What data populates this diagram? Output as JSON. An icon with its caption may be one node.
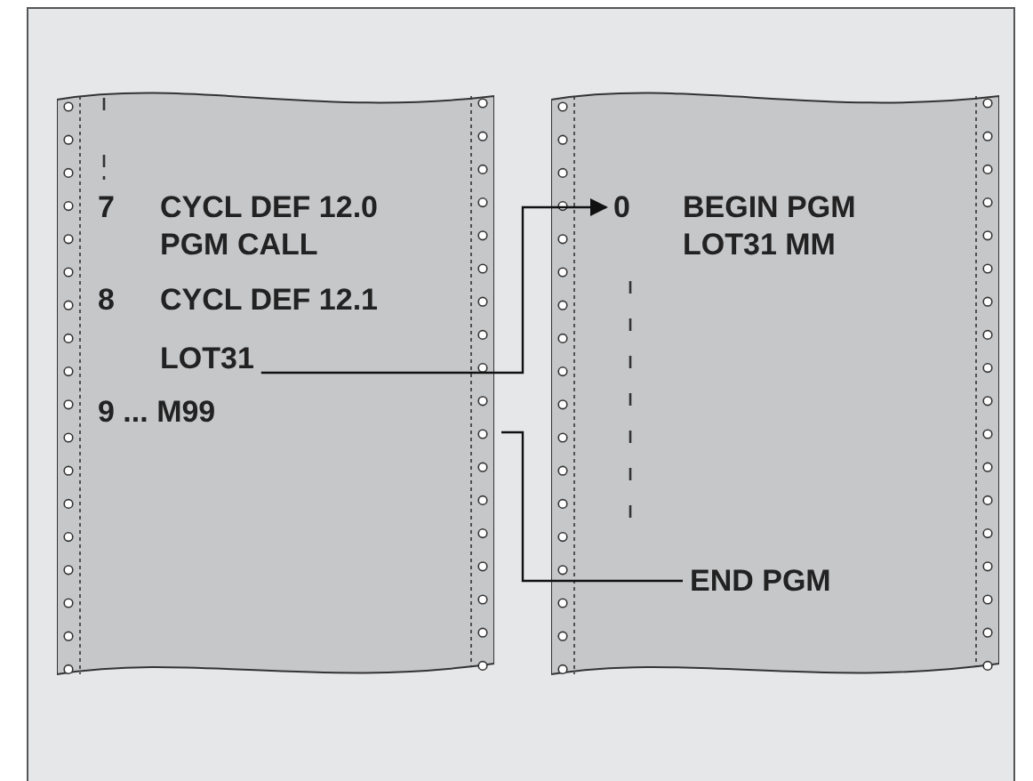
{
  "diagram": {
    "nodes": [
      {
        "text": [],
        "shape": "box"
      },
      {
        "text": [
          "7"
        ],
        "in": 0
      },
      {
        "text": [
          "CYCL DEF 12.0 PGM CALL"
        ],
        "in": 0
      },
      {
        "text": [
          "8"
        ],
        "in": 0
      },
      {
        "text": [
          "CYCL DEF 12.1"
        ],
        "in": 0
      },
      {
        "text": [
          "LOT31"
        ],
        "in": 0
      },
      {
        "text": [
          "9 ... M99"
        ],
        "in": 0
      },
      {
        "text": [],
        "shape": "box"
      },
      {
        "text": [
          "0"
        ],
        "in": 7
      },
      {
        "text": [
          "BEGIN PGM LOT31 MM"
        ],
        "in": 7
      },
      {
        "text": [
          "END PGM"
        ],
        "in": 7
      }
    ],
    "edges": [
      {
        "from": 5,
        "to": 8,
        "arrow": "to"
      },
      {
        "from": 0,
        "to": 10,
        "arrow": "none"
      }
    ]
  }
}
